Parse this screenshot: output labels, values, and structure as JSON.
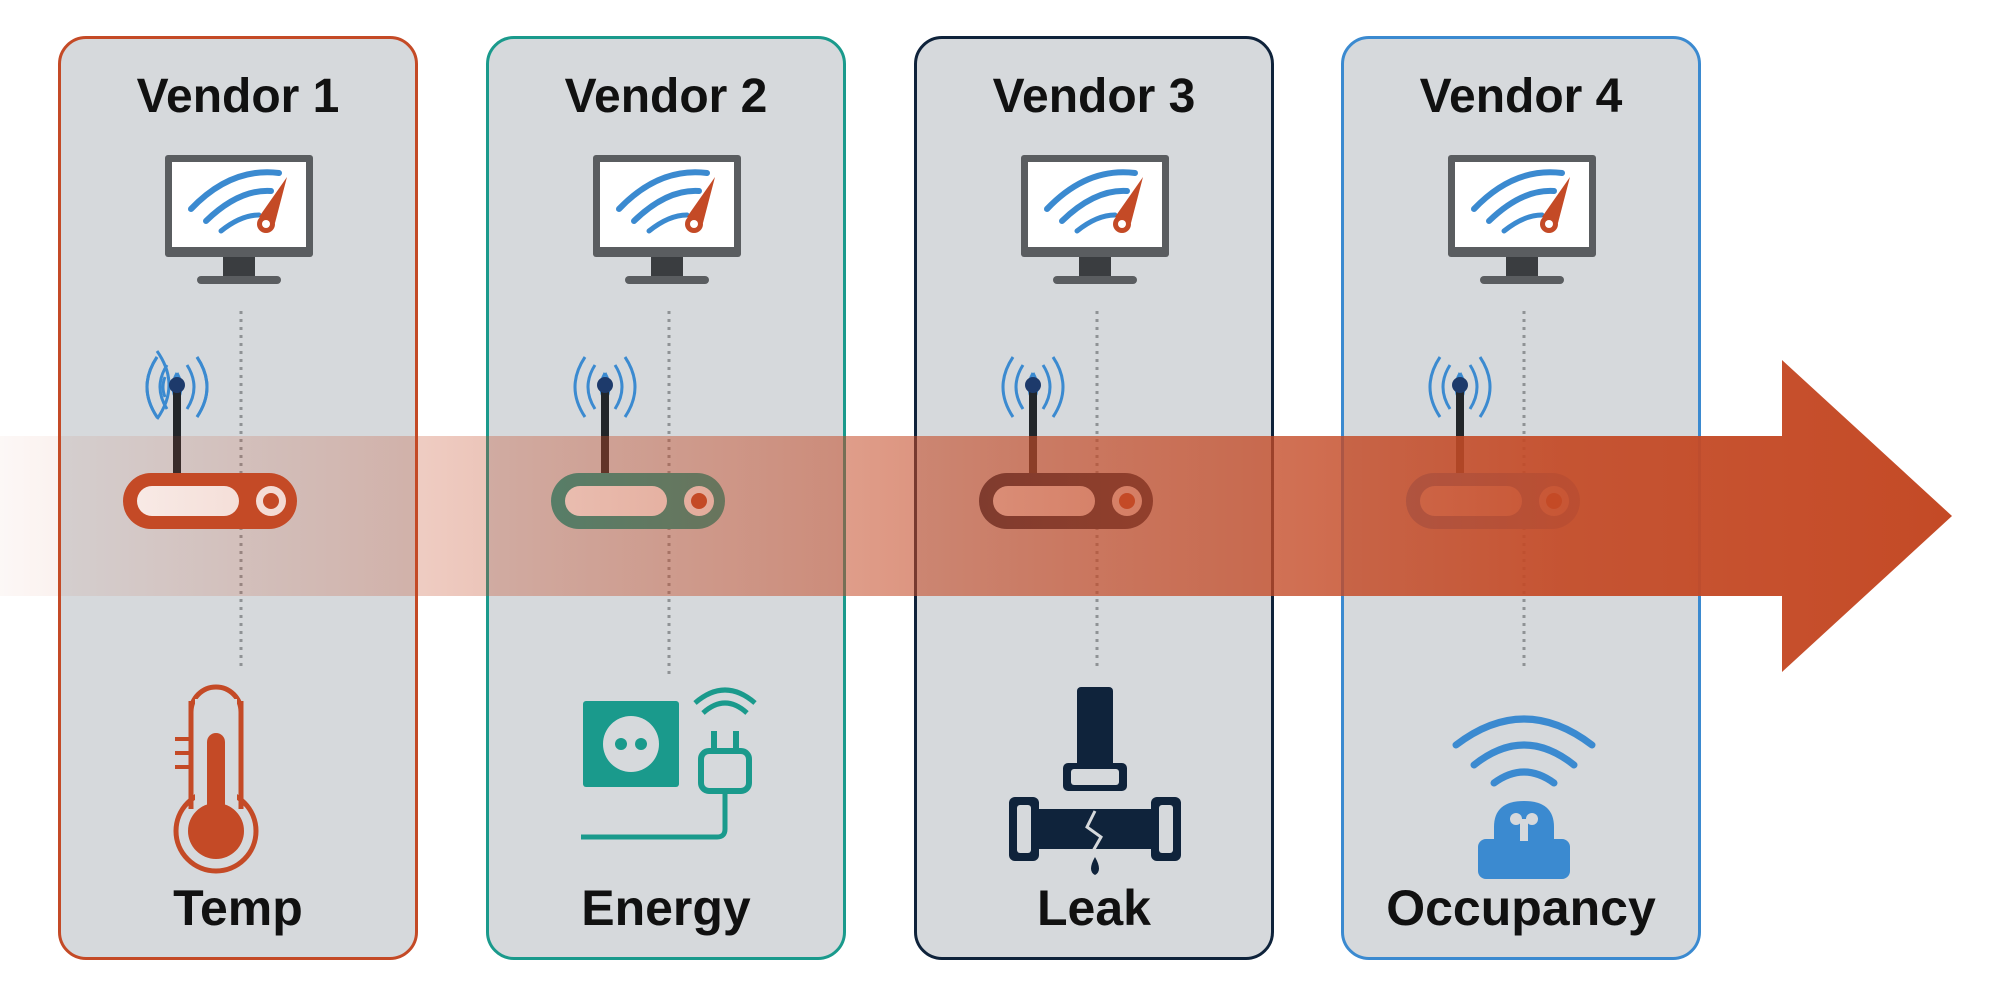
{
  "colors": {
    "card_bg": "#d6d9dc",
    "monitor_frame": "#5a5d60",
    "gauge_blue": "#3b8ad0",
    "needle_orange": "#c44a26",
    "arrow": "#c44a26",
    "dotted_line": "#8f9295"
  },
  "flow_arrow": {
    "icon": "right-arrow",
    "color": "#c44a26"
  },
  "vendors": [
    {
      "title": "Vendor 1",
      "sensor": "Temp",
      "accent": "#c44a26",
      "sensor_icon": "thermometer-icon"
    },
    {
      "title": "Vendor 2",
      "sensor": "Energy",
      "accent": "#1a9a8c",
      "sensor_icon": "smart-plug-icon"
    },
    {
      "title": "Vendor 3",
      "sensor": "Leak",
      "accent": "#0f233b",
      "sensor_icon": "leaking-pipe-icon"
    },
    {
      "title": "Vendor 4",
      "sensor": "Occupancy",
      "accent": "#3b8ad0",
      "sensor_icon": "occupancy-sensor-icon"
    }
  ]
}
